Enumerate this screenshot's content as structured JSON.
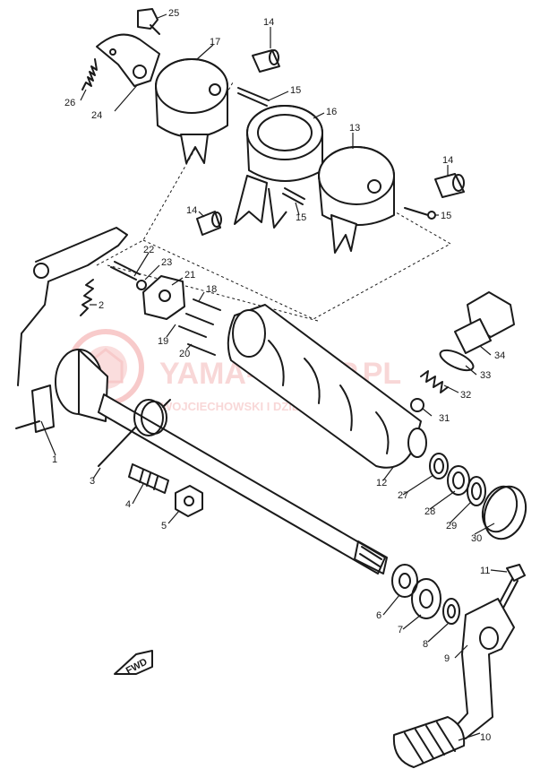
{
  "diagram": {
    "part_labels": [
      "25",
      "14",
      "17",
      "26",
      "24",
      "15",
      "16",
      "13",
      "14",
      "14",
      "15",
      "15",
      "22",
      "23",
      "21",
      "18",
      "2",
      "19",
      "20",
      "34",
      "33",
      "32",
      "31",
      "1",
      "3",
      "12",
      "27",
      "28",
      "29",
      "30",
      "4",
      "5",
      "11",
      "6",
      "7",
      "8",
      "9",
      "10"
    ],
    "fwd_label": "FWD"
  },
  "watermark": {
    "brand_text": "YAMA-SKLEP.PL",
    "sub_text": "WOJCIECHOWSKI I DZIEDZIC YAMAHA",
    "color": "#f2a0a0"
  }
}
